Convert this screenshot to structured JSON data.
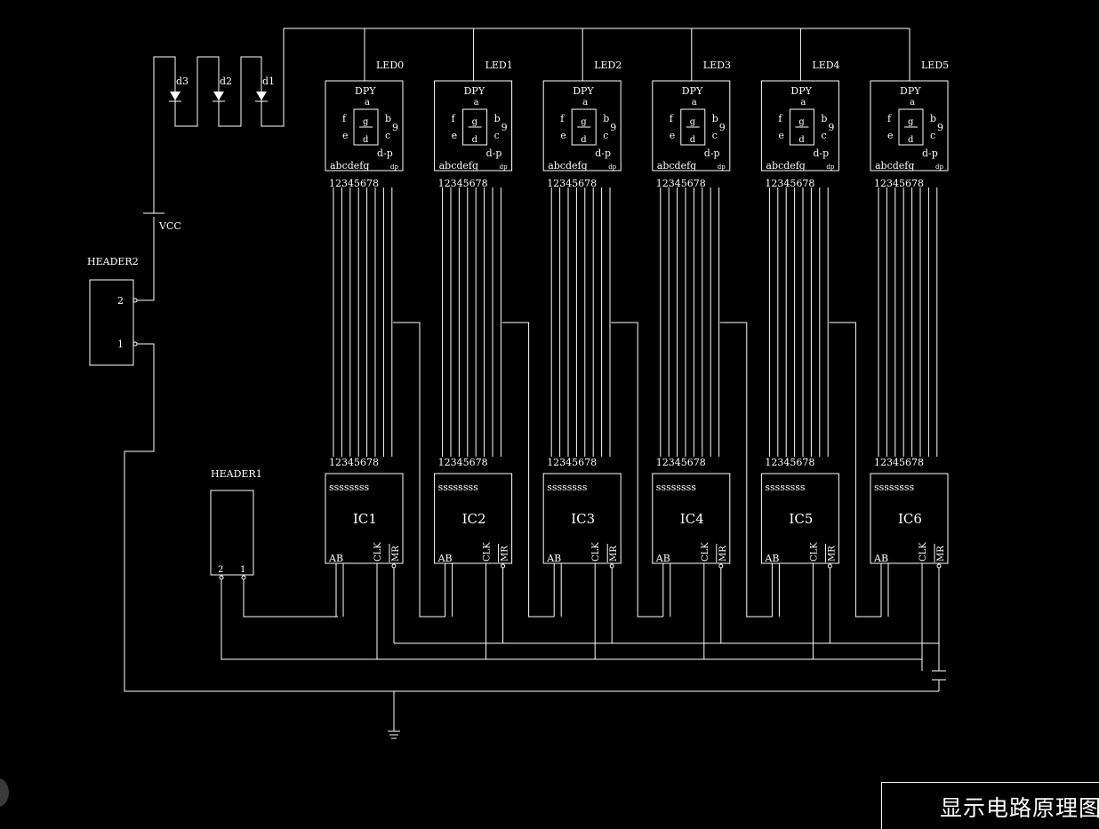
{
  "title": "显示电路原理图",
  "vcc_label": "VCC",
  "header2": {
    "label": "HEADER2",
    "pin_top": "2",
    "pin_bottom": "1"
  },
  "header1": {
    "label": "HEADER1",
    "pins": [
      "2",
      "1"
    ]
  },
  "diodes": [
    "d3",
    "d2",
    "d1"
  ],
  "displays": [
    {
      "led": "LED0",
      "ic": "IC1"
    },
    {
      "led": "LED1",
      "ic": "IC2"
    },
    {
      "led": "LED2",
      "ic": "IC3"
    },
    {
      "led": "LED3",
      "ic": "IC4"
    },
    {
      "led": "LED4",
      "ic": "IC5"
    },
    {
      "led": "LED5",
      "ic": "IC6"
    }
  ],
  "dpy": {
    "name": "DPY",
    "seg_a": "a",
    "seg_b": "b",
    "seg_c": "c",
    "seg_d": "d",
    "seg_e": "e",
    "seg_f": "f",
    "seg_g": "g",
    "seg_9": "9",
    "dp": "d-p",
    "pin_letters": "abcdefg",
    "pin_dp": "dp",
    "pin_numbers": "12345678"
  },
  "ic_pins": {
    "outputs": "ssssssss",
    "numbers": "12345678",
    "ab": "AB",
    "clk": "CLK",
    "mr": "MR"
  },
  "colors": {
    "background": "#000000",
    "line": "#ffffff"
  }
}
